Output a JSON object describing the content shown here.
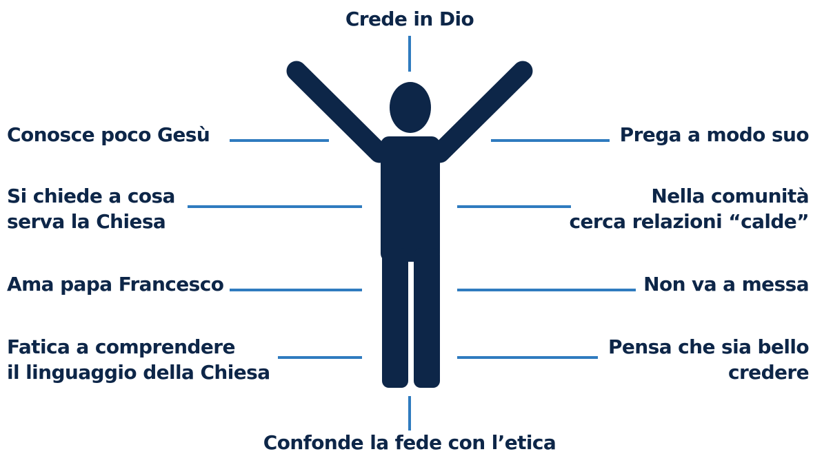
{
  "colors": {
    "figure": "#0d2648",
    "connector": "#2f7bbf",
    "text": "#0d2648",
    "background": "#ffffff"
  },
  "diagram": {
    "figure_icon": "person-arms-raised-icon",
    "top_label": "Crede in Dio",
    "bottom_label": "Confonde la fede con l’etica",
    "left_labels": [
      {
        "lines": [
          "Conosce poco Gesù"
        ]
      },
      {
        "lines": [
          "Si chiede a cosa",
          "serva la Chiesa"
        ]
      },
      {
        "lines": [
          "Ama papa Francesco"
        ]
      },
      {
        "lines": [
          "Fatica a comprendere",
          "il linguaggio della Chiesa"
        ]
      }
    ],
    "right_labels": [
      {
        "lines": [
          "Prega a modo suo"
        ]
      },
      {
        "lines": [
          "Nella comunità",
          "cerca relazioni “calde”"
        ]
      },
      {
        "lines": [
          "Non va a messa"
        ]
      },
      {
        "lines": [
          "Pensa che sia bello",
          "credere"
        ]
      }
    ]
  }
}
